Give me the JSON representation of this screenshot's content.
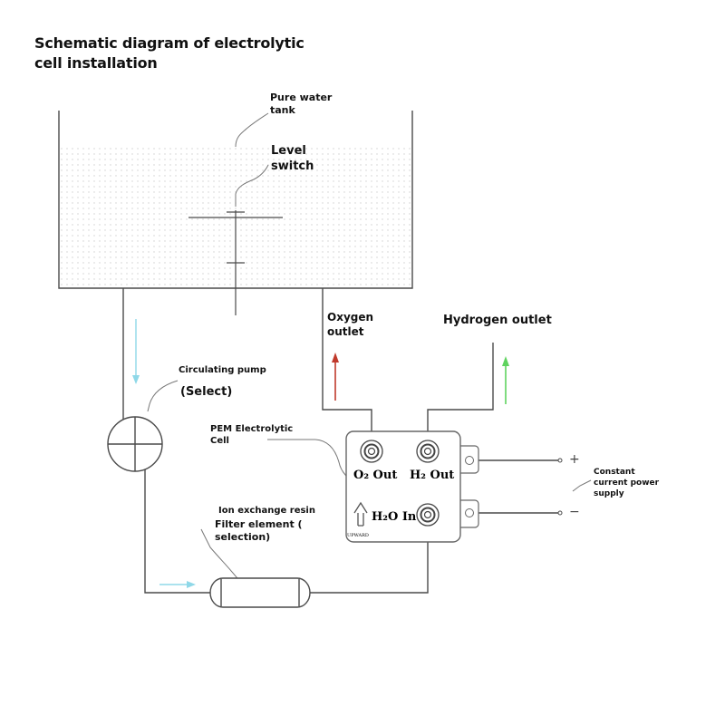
{
  "title_line1": "Schematic diagram of electrolytic",
  "title_line2": "cell installation",
  "labels": {
    "pure_water_tank_1": "Pure water",
    "pure_water_tank_2": "tank",
    "level_switch_1": "Level",
    "level_switch_2": "switch",
    "oxygen_outlet_1": "Oxygen",
    "oxygen_outlet_2": "outlet",
    "hydrogen_outlet": "Hydrogen outlet",
    "circulating_pump": "Circulating pump",
    "select": "(Select)",
    "pem_cell_1": "PEM Electrolytic",
    "pem_cell_2": "Cell",
    "ion_resin": "Ion exchange resin",
    "filter_1": "Filter element (",
    "filter_2": "selection)",
    "power_1": "Constant",
    "power_2": "current power",
    "power_3": "supply",
    "plus": "+",
    "minus": "−"
  },
  "cell_ports": {
    "o2_out": "O₂ Out",
    "h2_out": "H₂ Out",
    "h2o_in": "H₂O In",
    "upward": "UPWARD"
  },
  "colors": {
    "line": "#4a4a4a",
    "water_flow_arrow": "#8fd8e8",
    "oxygen_arrow": "#c0392b",
    "hydrogen_arrow": "#5fd35f"
  }
}
